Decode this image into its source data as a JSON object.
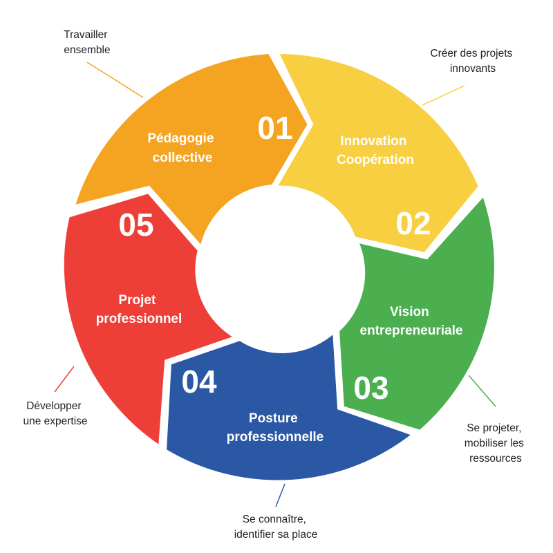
{
  "segments": [
    {
      "number": "01",
      "title": [
        "Pédagogie",
        "collective"
      ],
      "callout": [
        "Travailler",
        "ensemble"
      ],
      "color": "#F4A421"
    },
    {
      "number": "02",
      "title": [
        "Innovation",
        "Coopération"
      ],
      "callout": [
        "Créer des projets",
        "innovants"
      ],
      "color": "#F8CF41"
    },
    {
      "number": "03",
      "title": [
        "Vision",
        "entrepreneuriale"
      ],
      "callout": [
        "Se projeter,",
        "mobiliser les",
        "ressources"
      ],
      "color": "#4BAE4F"
    },
    {
      "number": "04",
      "title": [
        "Posture",
        "professionnelle"
      ],
      "callout": [
        "Se connaître,",
        "identifier sa place"
      ],
      "color": "#2B58A4"
    },
    {
      "number": "05",
      "title": [
        "Projet",
        "professionnel"
      ],
      "callout": [
        "Développer",
        "une expertise"
      ],
      "color": "#EE3E38"
    }
  ]
}
